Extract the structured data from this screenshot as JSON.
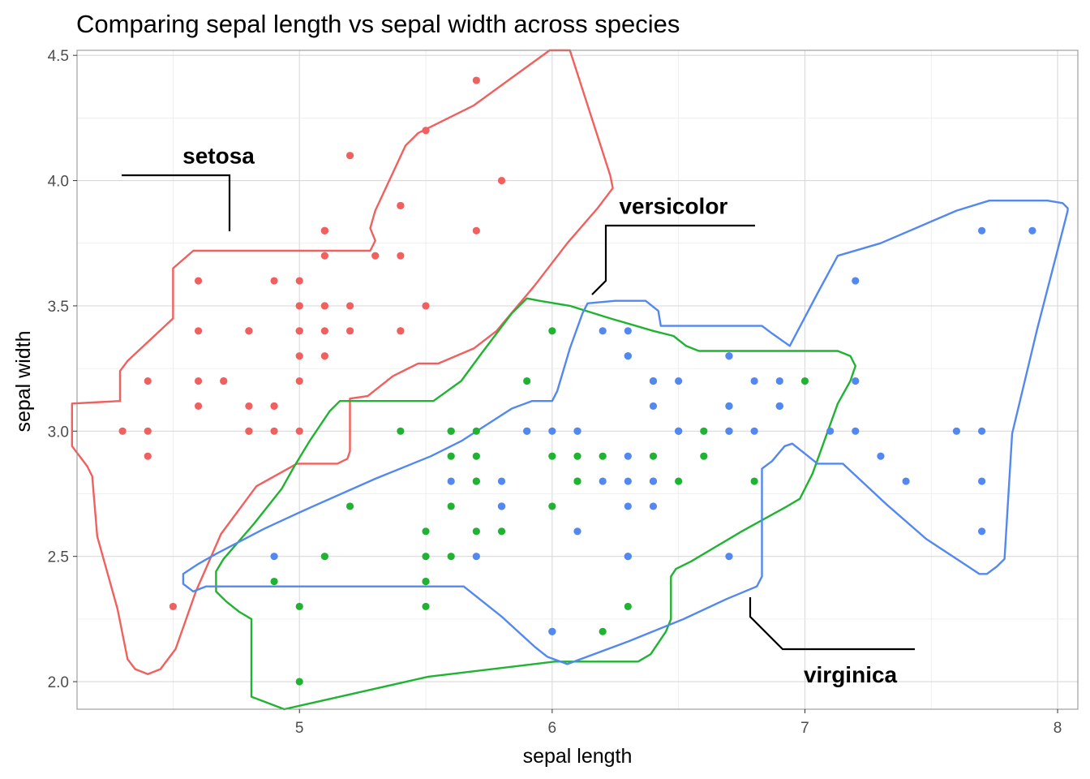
{
  "chart_data": {
    "type": "scatter",
    "title": "Comparing sepal length vs sepal width across species",
    "xlabel": "sepal length",
    "ylabel": "sepal width",
    "xlim": [
      4.12,
      8.08
    ],
    "ylim": [
      1.89,
      4.52
    ],
    "x_ticks": [
      5,
      6,
      7,
      8
    ],
    "y_ticks": [
      2.0,
      2.5,
      3.0,
      3.5,
      4.0,
      4.5
    ],
    "grid": true,
    "legend": "none",
    "colors": {
      "setosa": "#F0605F",
      "versicolor": "#20B332",
      "virginica": "#5388F0"
    },
    "group_labels": [
      {
        "text": "setosa",
        "x": 4.68,
        "y": 4.1
      },
      {
        "text": "versicolor",
        "x": 6.48,
        "y": 3.9
      },
      {
        "text": "virginica",
        "x": 7.18,
        "y": 2.03
      }
    ],
    "series": [
      {
        "name": "setosa",
        "points": [
          [
            5.1,
            3.5
          ],
          [
            4.9,
            3.0
          ],
          [
            4.7,
            3.2
          ],
          [
            4.6,
            3.1
          ],
          [
            5.0,
            3.6
          ],
          [
            5.4,
            3.9
          ],
          [
            4.6,
            3.4
          ],
          [
            5.0,
            3.4
          ],
          [
            4.4,
            2.9
          ],
          [
            4.9,
            3.1
          ],
          [
            5.4,
            3.7
          ],
          [
            4.8,
            3.4
          ],
          [
            4.8,
            3.0
          ],
          [
            4.3,
            3.0
          ],
          [
            5.8,
            4.0
          ],
          [
            5.7,
            4.4
          ],
          [
            5.4,
            3.9
          ],
          [
            5.1,
            3.5
          ],
          [
            5.7,
            3.8
          ],
          [
            5.1,
            3.8
          ],
          [
            5.4,
            3.4
          ],
          [
            5.1,
            3.7
          ],
          [
            4.6,
            3.6
          ],
          [
            5.1,
            3.3
          ],
          [
            4.8,
            3.4
          ],
          [
            5.0,
            3.0
          ],
          [
            5.0,
            3.4
          ],
          [
            5.2,
            3.5
          ],
          [
            5.2,
            3.4
          ],
          [
            4.7,
            3.2
          ],
          [
            4.8,
            3.1
          ],
          [
            5.4,
            3.4
          ],
          [
            5.2,
            4.1
          ],
          [
            5.5,
            4.2
          ],
          [
            4.9,
            3.1
          ],
          [
            5.0,
            3.2
          ],
          [
            5.5,
            3.5
          ],
          [
            4.9,
            3.6
          ],
          [
            4.4,
            3.0
          ],
          [
            5.1,
            3.4
          ],
          [
            5.0,
            3.5
          ],
          [
            4.5,
            2.3
          ],
          [
            4.4,
            3.2
          ],
          [
            5.0,
            3.5
          ],
          [
            5.1,
            3.8
          ],
          [
            4.8,
            3.0
          ],
          [
            5.1,
            3.8
          ],
          [
            4.6,
            3.2
          ],
          [
            5.3,
            3.7
          ],
          [
            5.0,
            3.3
          ]
        ]
      },
      {
        "name": "versicolor",
        "points": [
          [
            7.0,
            3.2
          ],
          [
            6.4,
            3.2
          ],
          [
            6.9,
            3.1
          ],
          [
            5.5,
            2.3
          ],
          [
            6.5,
            2.8
          ],
          [
            5.7,
            2.8
          ],
          [
            6.3,
            3.3
          ],
          [
            4.9,
            2.4
          ],
          [
            6.6,
            2.9
          ],
          [
            5.2,
            2.7
          ],
          [
            5.0,
            2.0
          ],
          [
            5.9,
            3.0
          ],
          [
            6.0,
            2.2
          ],
          [
            6.1,
            2.9
          ],
          [
            5.6,
            2.9
          ],
          [
            6.7,
            3.1
          ],
          [
            5.6,
            3.0
          ],
          [
            5.8,
            2.7
          ],
          [
            6.2,
            2.2
          ],
          [
            5.6,
            2.5
          ],
          [
            5.9,
            3.2
          ],
          [
            6.1,
            2.8
          ],
          [
            6.3,
            2.5
          ],
          [
            6.1,
            2.8
          ],
          [
            6.4,
            2.9
          ],
          [
            6.6,
            3.0
          ],
          [
            6.8,
            2.8
          ],
          [
            6.7,
            3.0
          ],
          [
            6.0,
            2.9
          ],
          [
            5.7,
            2.6
          ],
          [
            5.5,
            2.4
          ],
          [
            5.5,
            2.4
          ],
          [
            5.8,
            2.7
          ],
          [
            6.0,
            2.7
          ],
          [
            5.4,
            3.0
          ],
          [
            6.0,
            3.4
          ],
          [
            6.7,
            3.1
          ],
          [
            6.3,
            2.3
          ],
          [
            5.6,
            3.0
          ],
          [
            5.5,
            2.5
          ],
          [
            5.5,
            2.6
          ],
          [
            6.1,
            3.0
          ],
          [
            5.8,
            2.6
          ],
          [
            5.0,
            2.3
          ],
          [
            5.6,
            2.7
          ],
          [
            5.7,
            3.0
          ],
          [
            5.7,
            2.9
          ],
          [
            6.2,
            2.9
          ],
          [
            5.1,
            2.5
          ],
          [
            5.7,
            2.8
          ]
        ]
      },
      {
        "name": "virginica",
        "points": [
          [
            6.3,
            3.3
          ],
          [
            5.8,
            2.7
          ],
          [
            7.1,
            3.0
          ],
          [
            6.3,
            2.9
          ],
          [
            6.5,
            3.0
          ],
          [
            7.6,
            3.0
          ],
          [
            4.9,
            2.5
          ],
          [
            7.3,
            2.9
          ],
          [
            6.7,
            2.5
          ],
          [
            7.2,
            3.6
          ],
          [
            6.5,
            3.2
          ],
          [
            6.4,
            2.7
          ],
          [
            6.8,
            3.0
          ],
          [
            5.7,
            2.5
          ],
          [
            5.8,
            2.8
          ],
          [
            6.4,
            3.2
          ],
          [
            6.5,
            3.0
          ],
          [
            7.7,
            3.8
          ],
          [
            7.7,
            2.6
          ],
          [
            6.0,
            2.2
          ],
          [
            6.9,
            3.2
          ],
          [
            5.6,
            2.8
          ],
          [
            7.7,
            2.8
          ],
          [
            6.3,
            2.7
          ],
          [
            6.7,
            3.3
          ],
          [
            7.2,
            3.2
          ],
          [
            6.2,
            2.8
          ],
          [
            6.1,
            3.0
          ],
          [
            6.4,
            2.8
          ],
          [
            7.2,
            3.0
          ],
          [
            7.4,
            2.8
          ],
          [
            7.9,
            3.8
          ],
          [
            6.4,
            2.8
          ],
          [
            6.3,
            2.8
          ],
          [
            6.1,
            2.6
          ],
          [
            7.7,
            3.0
          ],
          [
            6.3,
            3.4
          ],
          [
            6.4,
            3.1
          ],
          [
            6.0,
            3.0
          ],
          [
            6.9,
            3.1
          ],
          [
            6.7,
            3.1
          ],
          [
            6.9,
            3.1
          ],
          [
            5.8,
            2.7
          ],
          [
            6.8,
            3.2
          ],
          [
            6.7,
            3.3
          ],
          [
            6.7,
            3.0
          ],
          [
            6.3,
            2.5
          ],
          [
            6.5,
            3.0
          ],
          [
            6.2,
            3.4
          ],
          [
            5.9,
            3.0
          ]
        ]
      }
    ],
    "hulls": {
      "setosa": [
        [
          4.1,
          3.11
        ],
        [
          4.29,
          3.12
        ],
        [
          4.29,
          3.24
        ],
        [
          4.32,
          3.28
        ],
        [
          4.5,
          3.45
        ],
        [
          4.5,
          3.65
        ],
        [
          4.58,
          3.72
        ],
        [
          5.28,
          3.72
        ],
        [
          5.3,
          3.76
        ],
        [
          5.28,
          3.81
        ],
        [
          5.3,
          3.88
        ],
        [
          5.42,
          4.14
        ],
        [
          5.47,
          4.19
        ],
        [
          5.69,
          4.3
        ],
        [
          5.99,
          4.52
        ],
        [
          6.07,
          4.52
        ],
        [
          6.23,
          4.02
        ],
        [
          6.24,
          3.97
        ],
        [
          6.18,
          3.89
        ],
        [
          6.06,
          3.75
        ],
        [
          5.93,
          3.58
        ],
        [
          5.78,
          3.4
        ],
        [
          5.69,
          3.33
        ],
        [
          5.55,
          3.27
        ],
        [
          5.47,
          3.27
        ],
        [
          5.37,
          3.22
        ],
        [
          5.27,
          3.14
        ],
        [
          5.2,
          3.13
        ],
        [
          5.2,
          2.92
        ],
        [
          5.19,
          2.89
        ],
        [
          5.15,
          2.87
        ],
        [
          4.99,
          2.87
        ],
        [
          4.83,
          2.78
        ],
        [
          4.69,
          2.59
        ],
        [
          4.59,
          2.36
        ],
        [
          4.51,
          2.13
        ],
        [
          4.45,
          2.05
        ],
        [
          4.4,
          2.03
        ],
        [
          4.35,
          2.05
        ],
        [
          4.32,
          2.09
        ],
        [
          4.28,
          2.29
        ],
        [
          4.2,
          2.58
        ],
        [
          4.18,
          2.82
        ],
        [
          4.16,
          2.86
        ],
        [
          4.1,
          2.94
        ]
      ],
      "versicolor": [
        [
          4.94,
          1.89
        ],
        [
          5.51,
          2.02
        ],
        [
          6.01,
          2.08
        ],
        [
          6.34,
          2.08
        ],
        [
          6.39,
          2.11
        ],
        [
          6.45,
          2.2
        ],
        [
          6.47,
          2.25
        ],
        [
          6.47,
          2.42
        ],
        [
          6.49,
          2.45
        ],
        [
          6.55,
          2.48
        ],
        [
          6.75,
          2.6
        ],
        [
          6.93,
          2.7
        ],
        [
          6.98,
          2.73
        ],
        [
          7.03,
          2.83
        ],
        [
          7.13,
          3.11
        ],
        [
          7.18,
          3.2
        ],
        [
          7.2,
          3.26
        ],
        [
          7.18,
          3.3
        ],
        [
          7.13,
          3.32
        ],
        [
          6.58,
          3.32
        ],
        [
          6.53,
          3.34
        ],
        [
          6.48,
          3.38
        ],
        [
          6.4,
          3.4
        ],
        [
          6.23,
          3.45
        ],
        [
          6.07,
          3.5
        ],
        [
          5.95,
          3.52
        ],
        [
          5.9,
          3.53
        ],
        [
          5.84,
          3.47
        ],
        [
          5.72,
          3.31
        ],
        [
          5.64,
          3.2
        ],
        [
          5.53,
          3.12
        ],
        [
          5.16,
          3.12
        ],
        [
          5.12,
          3.08
        ],
        [
          5.04,
          2.96
        ],
        [
          4.98,
          2.86
        ],
        [
          4.93,
          2.77
        ],
        [
          4.82,
          2.63
        ],
        [
          4.7,
          2.49
        ],
        [
          4.67,
          2.44
        ],
        [
          4.67,
          2.36
        ],
        [
          4.71,
          2.32
        ],
        [
          4.76,
          2.28
        ],
        [
          4.81,
          2.25
        ],
        [
          4.81,
          1.94
        ]
      ],
      "virginica": [
        [
          4.58,
          2.36
        ],
        [
          4.63,
          2.38
        ],
        [
          5.65,
          2.38
        ],
        [
          5.8,
          2.26
        ],
        [
          5.93,
          2.14
        ],
        [
          5.98,
          2.1
        ],
        [
          6.06,
          2.07
        ],
        [
          6.3,
          2.16
        ],
        [
          6.52,
          2.25
        ],
        [
          6.69,
          2.33
        ],
        [
          6.81,
          2.38
        ],
        [
          6.83,
          2.42
        ],
        [
          6.83,
          2.85
        ],
        [
          6.87,
          2.88
        ],
        [
          6.92,
          2.94
        ],
        [
          6.95,
          2.95
        ],
        [
          7.0,
          2.91
        ],
        [
          7.05,
          2.87
        ],
        [
          7.15,
          2.87
        ],
        [
          7.32,
          2.71
        ],
        [
          7.48,
          2.57
        ],
        [
          7.63,
          2.47
        ],
        [
          7.69,
          2.43
        ],
        [
          7.72,
          2.43
        ],
        [
          7.76,
          2.46
        ],
        [
          7.79,
          2.49
        ],
        [
          7.82,
          2.99
        ],
        [
          7.92,
          3.41
        ],
        [
          8.03,
          3.84
        ],
        [
          8.04,
          3.88
        ],
        [
          8.04,
          3.89
        ],
        [
          8.02,
          3.91
        ],
        [
          7.96,
          3.92
        ],
        [
          7.73,
          3.92
        ],
        [
          7.6,
          3.88
        ],
        [
          7.3,
          3.75
        ],
        [
          7.13,
          3.7
        ],
        [
          7.05,
          3.55
        ],
        [
          6.94,
          3.34
        ],
        [
          6.87,
          3.39
        ],
        [
          6.83,
          3.42
        ],
        [
          6.43,
          3.42
        ],
        [
          6.42,
          3.48
        ],
        [
          6.37,
          3.52
        ],
        [
          6.25,
          3.52
        ],
        [
          6.14,
          3.51
        ],
        [
          6.12,
          3.47
        ],
        [
          6.07,
          3.33
        ],
        [
          6.02,
          3.16
        ],
        [
          6.0,
          3.12
        ],
        [
          5.92,
          3.12
        ],
        [
          5.84,
          3.09
        ],
        [
          5.64,
          2.96
        ],
        [
          5.52,
          2.9
        ],
        [
          5.3,
          2.81
        ],
        [
          5.01,
          2.68
        ],
        [
          4.86,
          2.61
        ],
        [
          4.67,
          2.51
        ],
        [
          4.6,
          2.47
        ],
        [
          4.54,
          2.43
        ],
        [
          4.54,
          2.39
        ]
      ]
    }
  }
}
